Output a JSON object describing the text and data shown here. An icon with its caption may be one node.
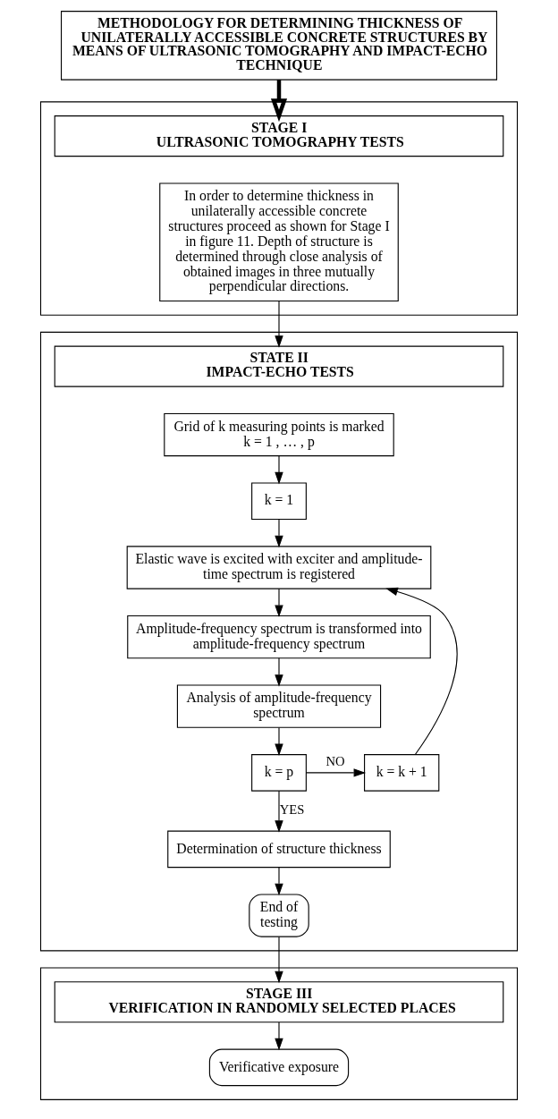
{
  "diagram": {
    "nodes": [
      {
        "text": [
          "METHODOLOGY FOR DETERMINING THICKNESS OF UNILATERALLY ACCESSIBLE CONCRETE STRUCTURES BY MEANS OF ULTRASONIC TOMOGRAPHY AND IMPACT-ECHO TECHNIQUE"
        ]
      },
      {
        "text": [],
        "shape": "box"
      },
      {
        "text": [
          "STAGE I",
          "ULTRASONIC TOMOGRAPHY TESTS"
        ],
        "in": 1
      },
      {
        "text": [
          "In order to determine thickness in unilaterally accessible concrete structures proceed as shown for Stage I in figure 11. Depth of structure is determined through close analysis of obtained images in three mutually perpendicular directions."
        ],
        "in": 1
      },
      {
        "text": [],
        "shape": "box"
      },
      {
        "text": [
          "STATE II",
          "IMPACT-ECHO TESTS"
        ],
        "in": 4
      },
      {
        "text": [
          "Grid of k measuring points is marked",
          "k = 1 , … , p"
        ],
        "in": 4
      },
      {
        "text": [
          "k = 1"
        ],
        "in": 4
      },
      {
        "text": [
          "Elastic wave is excited with exciter and amplitude-time spectrum is registered"
        ],
        "in": 4
      },
      {
        "text": [
          "Amplitude-frequency spectrum is transformed into amplitude-frequency spectrum"
        ],
        "in": 4
      },
      {
        "text": [
          "Analysis of amplitude-frequency spectrum"
        ],
        "in": 4
      },
      {
        "text": [
          "k = p"
        ],
        "in": 4
      },
      {
        "text": [
          "k = k + 1"
        ],
        "in": 4
      },
      {
        "text": [
          "Determination of structure thickness"
        ],
        "in": 4
      },
      {
        "text": [
          "End of testing"
        ],
        "in": 4
      },
      {
        "text": [],
        "shape": "box"
      },
      {
        "text": [
          "STAGE III",
          "VERIFICATION IN RANDOMLY SELECTED PLACES"
        ],
        "in": 15
      },
      {
        "text": [
          "Verificative exposure"
        ],
        "in": 15
      }
    ],
    "edges": [
      {
        "from": 0,
        "to": 2,
        "arrow": "to",
        "style": "thick"
      },
      {
        "from": 3,
        "to": 5,
        "arrow": "to"
      },
      {
        "from": 6,
        "to": 7,
        "arrow": "to"
      },
      {
        "from": 7,
        "to": 8,
        "arrow": "to"
      },
      {
        "from": 8,
        "to": 9,
        "arrow": "to"
      },
      {
        "from": 9,
        "to": 10,
        "arrow": "to"
      },
      {
        "from": 10,
        "to": 11,
        "arrow": "to"
      },
      {
        "from": 11,
        "to": 12,
        "arrow": "to",
        "label": "NO"
      },
      {
        "from": 12,
        "to": 8,
        "arrow": "to"
      },
      {
        "from": 11,
        "to": 13,
        "arrow": "to",
        "label": "YES"
      },
      {
        "from": 13,
        "to": 14,
        "arrow": "to"
      },
      {
        "from": 14,
        "to": 16,
        "arrow": "to"
      },
      {
        "from": 16,
        "to": 17,
        "arrow": "to"
      }
    ]
  }
}
